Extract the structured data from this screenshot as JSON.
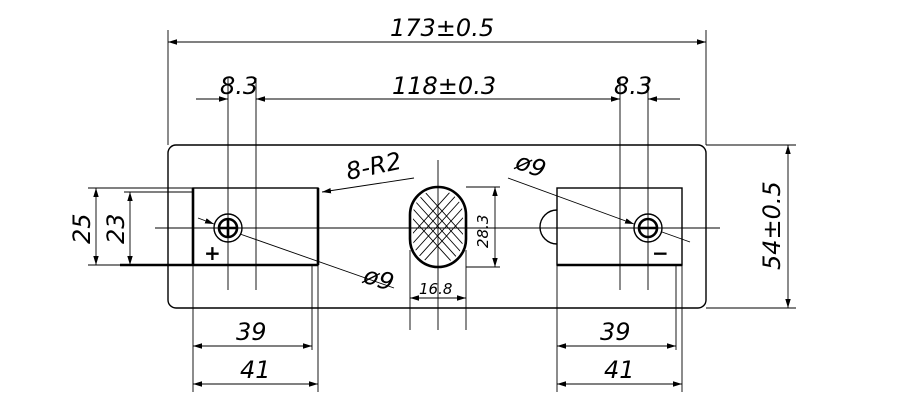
{
  "dimensions": {
    "overall_length": "173±0.5",
    "hole_spacing": "118±0.3",
    "left_hole_offset": "8.3",
    "right_hole_offset": "8.3",
    "corner_radius": "8-R2",
    "hole_dia_left": "ø9",
    "hole_dia_right": "ø9",
    "vent_height": "28.3",
    "vent_width": "16.8",
    "overall_height": "54±0.5",
    "left_pad_outer_height": "25",
    "left_pad_inner_height": "23",
    "left_pad_inner_width": "39",
    "left_pad_outer_width": "41",
    "right_pad_inner_width": "39",
    "right_pad_outer_width": "41"
  },
  "terminals": {
    "positive_symbol": "+",
    "negative_symbol": "−"
  },
  "colors": {
    "line": "#000000",
    "background": "#ffffff"
  }
}
